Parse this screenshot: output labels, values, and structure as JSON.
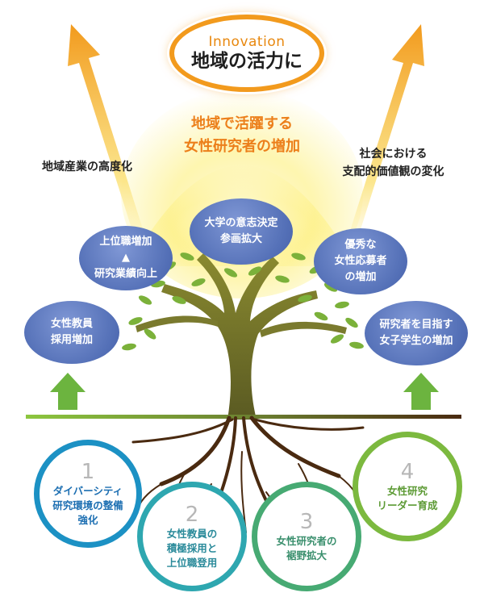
{
  "title": {
    "en": "Innovation",
    "ja": "地域の活力に"
  },
  "theme": {
    "line1": "地域で活躍する",
    "line2": "女性研究者の増加"
  },
  "outcomes": {
    "left": "地域産業の高度化",
    "right_line1": "社会における",
    "right_line2": "支配的価値観の変化"
  },
  "bubbles": {
    "left_low": {
      "line1": "女性教員",
      "line2": "採用増加"
    },
    "left_high": {
      "line1": "上位職増加",
      "line2": "▲",
      "line3": "研究業績向上"
    },
    "center": {
      "line1": "大学の意志決定",
      "line2": "参画拡大"
    },
    "right_high": {
      "line1": "優秀な",
      "line2": "女性応募者",
      "line3": "の増加"
    },
    "right_low": {
      "line1": "研究者を目指す",
      "line2": "女子学生の増加"
    }
  },
  "pillars": [
    {
      "number": "1",
      "line1": "ダイバーシティ",
      "line2": "研究環境の整備",
      "line3": "強化"
    },
    {
      "number": "2",
      "line1": "女性教員の",
      "line2": "積極採用と",
      "line3": "上位職登用"
    },
    {
      "number": "3",
      "line1": "女性研究者の",
      "line2": "裾野拡大"
    },
    {
      "number": "4",
      "line1": "女性研究",
      "line2": "リーダー育成"
    }
  ],
  "colors": {
    "title_ring": "#f29a1d",
    "theme_text": "#ec7f1a",
    "bubble": "#5a74bb",
    "arrow_up": "#6cb43f",
    "trunk": "#7a7a2e",
    "roots": "#4a2a10",
    "ground_left": "#8cc63f",
    "ground_right": "#4a2a10",
    "pillar_1": "#1c91c4",
    "pillar_2": "#2ea7b0",
    "pillar_3": "#47aa73",
    "pillar_4": "#7cb93f"
  },
  "icons": [
    "arrow-up-icon",
    "tree-icon",
    "leaf-icon"
  ]
}
